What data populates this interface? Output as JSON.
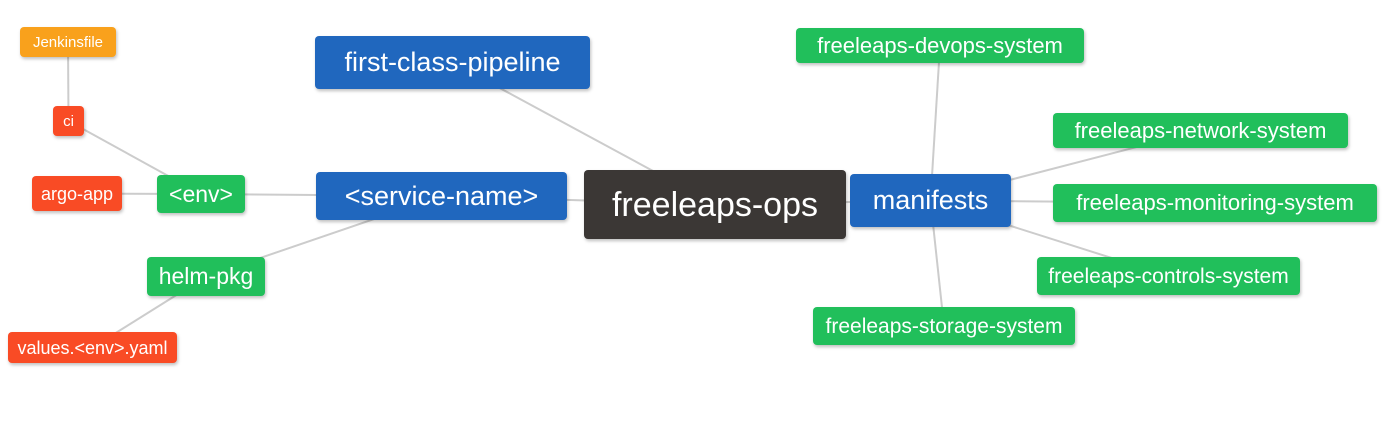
{
  "diagram": {
    "type": "mindmap",
    "root_label": "freeleaps-ops"
  },
  "colors": {
    "blue": "#2067BE",
    "green": "#21BF5B",
    "red": "#F94B25",
    "orange": "#F9A11C",
    "dark": "#3B3735",
    "edge": "#CCCCCC",
    "text": "#FFFFFF",
    "background": "#FFFFFF"
  },
  "nodes": [
    {
      "id": "freeleaps-ops",
      "label": "freeleaps-ops",
      "color": "#3B3735"
    },
    {
      "id": "first-class-pipeline",
      "label": "first-class-pipeline",
      "color": "#2067BE"
    },
    {
      "id": "service-name",
      "label": "<service-name>",
      "color": "#2067BE"
    },
    {
      "id": "manifests",
      "label": "manifests",
      "color": "#2067BE"
    },
    {
      "id": "env",
      "label": "<env>",
      "color": "#21BF5B"
    },
    {
      "id": "argo-app",
      "label": "argo-app",
      "color": "#F94B25"
    },
    {
      "id": "ci",
      "label": "ci",
      "color": "#F94B25"
    },
    {
      "id": "jenkinsfile",
      "label": "Jenkinsfile",
      "color": "#F9A11C"
    },
    {
      "id": "helm-pkg",
      "label": "helm-pkg",
      "color": "#21BF5B"
    },
    {
      "id": "values-env-yaml",
      "label": "values.<env>.yaml",
      "color": "#F94B25"
    },
    {
      "id": "freeleaps-devops-system",
      "label": "freeleaps-devops-system",
      "color": "#21BF5B"
    },
    {
      "id": "freeleaps-network-system",
      "label": "freeleaps-network-system",
      "color": "#21BF5B"
    },
    {
      "id": "freeleaps-monitoring-system",
      "label": "freeleaps-monitoring-system",
      "color": "#21BF5B"
    },
    {
      "id": "freeleaps-controls-system",
      "label": "freeleaps-controls-system",
      "color": "#21BF5B"
    },
    {
      "id": "freeleaps-storage-system",
      "label": "freeleaps-storage-system",
      "color": "#21BF5B"
    }
  ],
  "edges": [
    [
      "jenkinsfile",
      "ci"
    ],
    [
      "ci",
      "env"
    ],
    [
      "argo-app",
      "env"
    ],
    [
      "env",
      "service-name"
    ],
    [
      "helm-pkg",
      "service-name"
    ],
    [
      "values-env-yaml",
      "helm-pkg"
    ],
    [
      "first-class-pipeline",
      "freeleaps-ops"
    ],
    [
      "service-name",
      "freeleaps-ops"
    ],
    [
      "freeleaps-ops",
      "manifests"
    ],
    [
      "manifests",
      "freeleaps-devops-system"
    ],
    [
      "manifests",
      "freeleaps-network-system"
    ],
    [
      "manifests",
      "freeleaps-monitoring-system"
    ],
    [
      "manifests",
      "freeleaps-controls-system"
    ],
    [
      "manifests",
      "freeleaps-storage-system"
    ]
  ]
}
